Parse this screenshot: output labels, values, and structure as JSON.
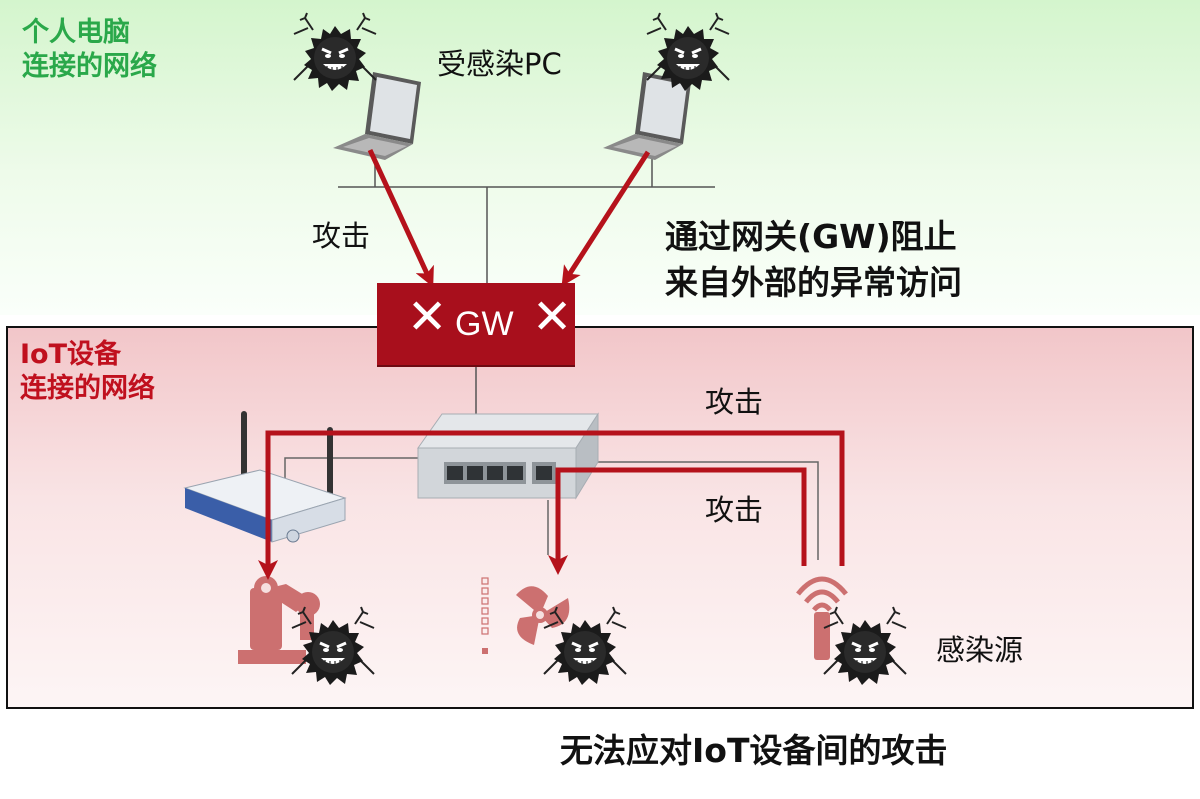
{
  "zones": {
    "pc_network": {
      "line1": "个人电脑",
      "line2": "连接的网络"
    },
    "iot_network": {
      "line1": "IoT设备",
      "line2": "连接的网络"
    }
  },
  "labels": {
    "infected_pc": "受感染PC",
    "attack_top": "攻击",
    "gw_block_line1": "通过网关(GW)阻止",
    "gw_block_line2": "来自外部的异常访问",
    "attack_iot_1": "攻击",
    "attack_iot_2": "攻击",
    "infection_source": "感染源",
    "conclusion": "无法应对IoT设备间的攻击"
  },
  "gateway": {
    "label": "GW",
    "block_mark": "✕"
  },
  "colors": {
    "attack_arrow": "#b5121b",
    "gateway": "#a80f1c",
    "pc_zone_label": "#2aa84a",
    "iot_zone_label": "#c0101e"
  },
  "icons": [
    "virus-icon",
    "laptop-icon",
    "network-switch-icon",
    "wifi-router-icon",
    "robot-arm-icon",
    "fan-icon",
    "wireless-sensor-icon"
  ]
}
